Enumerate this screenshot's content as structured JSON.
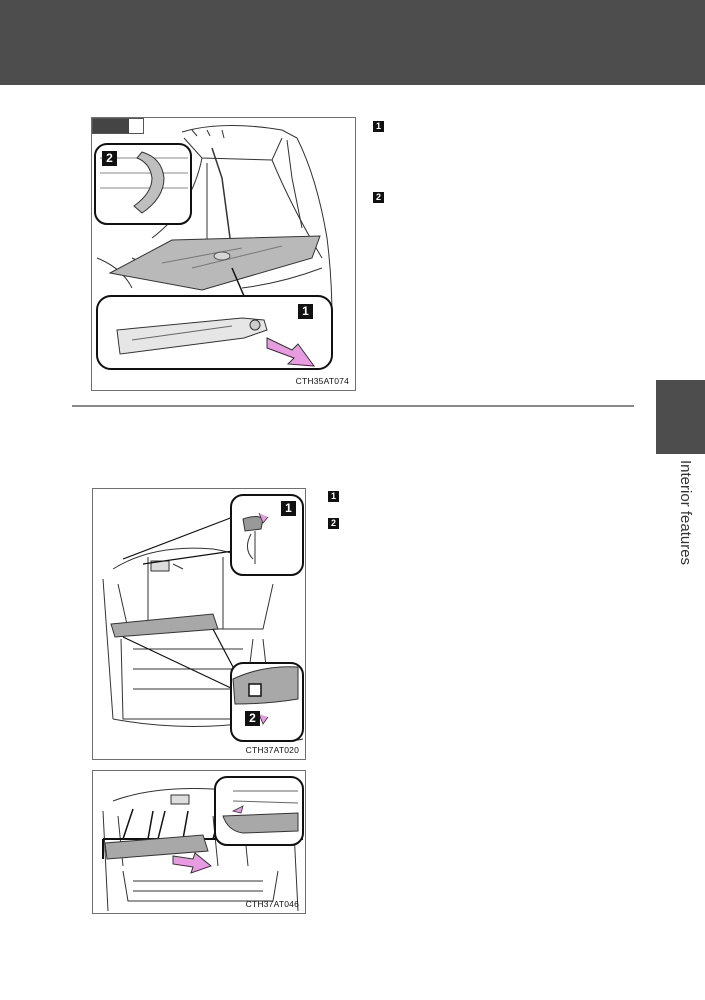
{
  "header": {
    "title": ""
  },
  "figures": [
    {
      "code": "CTH35AT074",
      "callouts": [
        "2",
        "1"
      ]
    },
    {
      "code": "CTH37AT020",
      "callouts": [
        "1",
        "2"
      ]
    },
    {
      "code": "CTH37AT046"
    }
  ],
  "steps_section1": [
    "1",
    "2"
  ],
  "steps_section2": [
    "1",
    "2"
  ],
  "side_tab": {
    "label": "Interior features"
  }
}
